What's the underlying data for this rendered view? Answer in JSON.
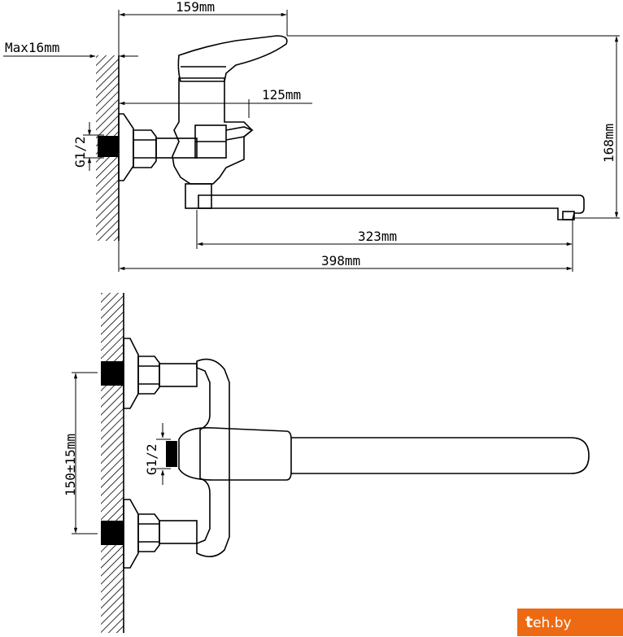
{
  "dimensions": {
    "width_159": "159mm",
    "max_wall": "Max16mm",
    "depth_125": "125mm",
    "height_168": "168mm",
    "spout_323": "323mm",
    "total_398": "398mm",
    "thread_side": "G1/2",
    "spacing": "150±15mm",
    "thread_top": "G1/2"
  },
  "watermark": {
    "mark": "t",
    "text": "eh.by"
  },
  "colors": {
    "line": "#000000",
    "badge": "#ee6a12"
  }
}
